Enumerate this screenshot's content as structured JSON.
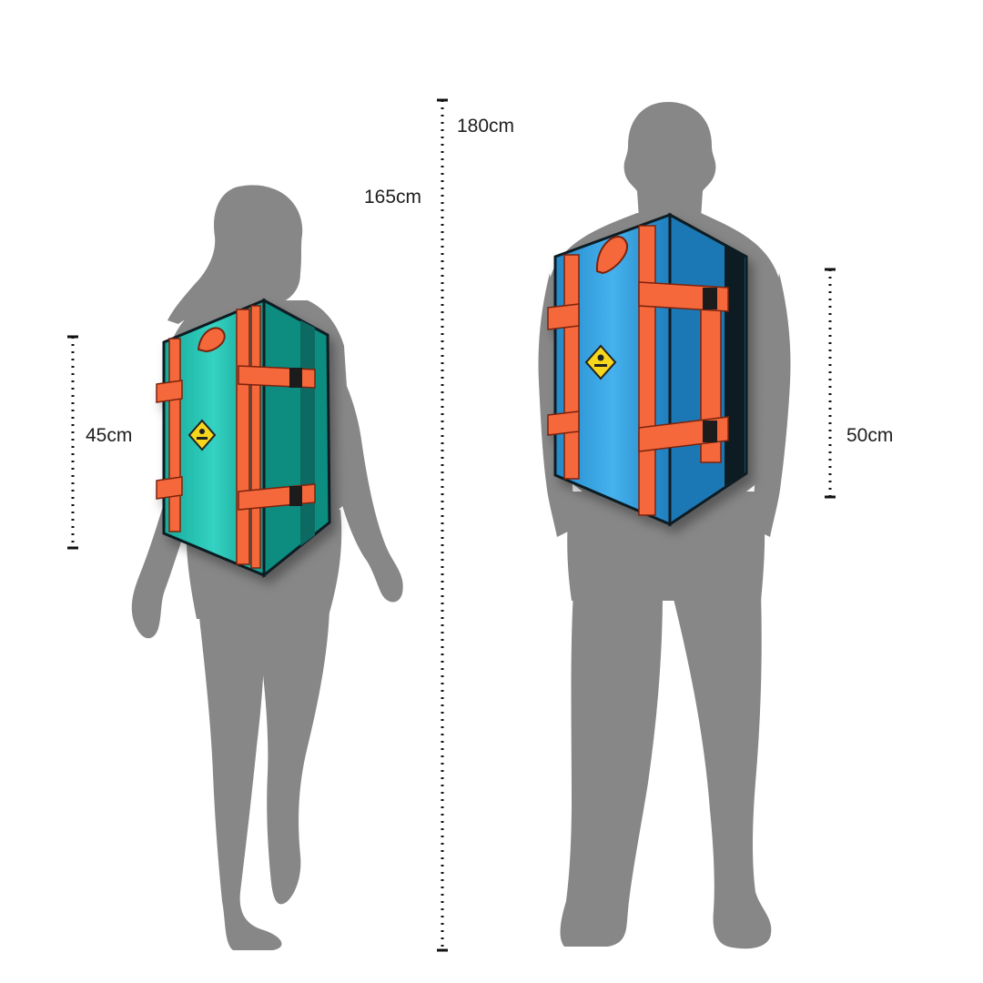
{
  "labels": {
    "tall_height": "180cm",
    "short_height": "165cm",
    "small_pad": "45cm",
    "large_pad": "50cm"
  },
  "colors": {
    "silhouette": "#878787",
    "pad_small_body": "#21c1b1",
    "pad_large_body": "#2e9fe0",
    "strap": "#f5673a",
    "outline": "#0d1b22",
    "badge": "#f6d71f",
    "measure_line": "#111111"
  },
  "icons": {
    "badge": "warning-diamond-icon"
  }
}
